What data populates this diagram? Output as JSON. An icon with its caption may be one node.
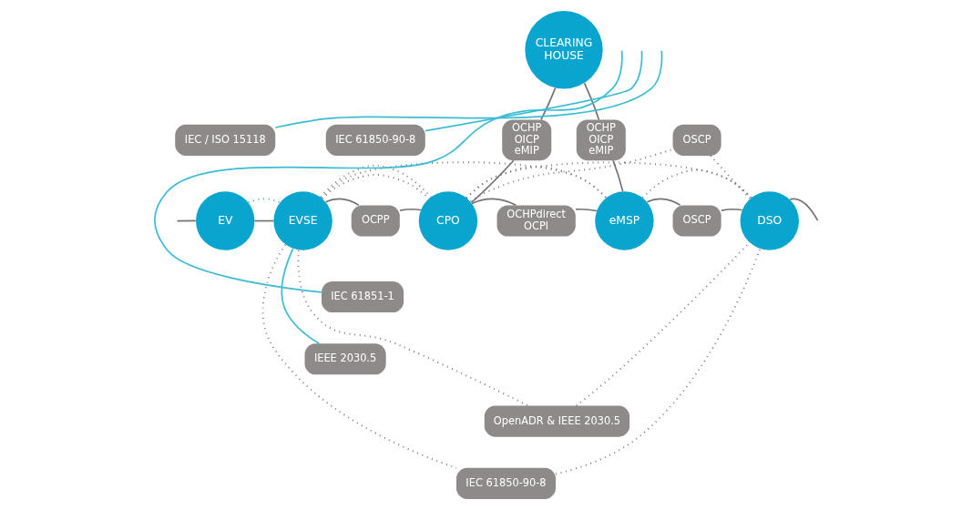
{
  "diagram": {
    "nodes": [
      {
        "text": [
          "CLEARING HOUSE"
        ]
      },
      {
        "text": [
          "OCHP OICP eMIP"
        ]
      },
      {
        "text": [
          "OCHP OICP eMIP"
        ]
      },
      {
        "text": [
          "IEC 61850-90-8"
        ]
      },
      {
        "text": [
          "IEC / ISO 15118"
        ]
      },
      {
        "text": [
          "OSCP"
        ]
      },
      {
        "text": [
          "EV"
        ]
      },
      {
        "text": [
          "EVSE"
        ]
      },
      {
        "text": [
          "OCPP"
        ]
      },
      {
        "text": [
          "CPO"
        ]
      },
      {
        "text": [
          "OCHPdirect OCPI"
        ]
      },
      {
        "text": [
          "eMSP"
        ]
      },
      {
        "text": [
          "OSCP"
        ]
      },
      {
        "text": [
          "DSO"
        ]
      },
      {
        "text": [
          "IEC 61851-1"
        ]
      },
      {
        "text": [
          "IEEE 2030.5"
        ]
      },
      {
        "text": [
          "OpenADR & IEEE 2030.5"
        ]
      },
      {
        "text": [
          "IEC 61850-90-8"
        ]
      }
    ],
    "edges": [
      {
        "from": null,
        "to": 6,
        "arrow": "none"
      },
      {
        "from": 6,
        "to": 7,
        "arrow": "none"
      },
      {
        "from": 6,
        "to": 7,
        "arrow": "none",
        "style": "dashed",
        "color": "#1ea6d4"
      },
      {
        "from": 7,
        "to": 8,
        "arrow": "none"
      },
      {
        "from": 8,
        "to": 9,
        "arrow": "none"
      },
      {
        "from": 9,
        "to": 10,
        "arrow": "none"
      },
      {
        "from": 10,
        "to": 11,
        "arrow": "none"
      },
      {
        "from": 11,
        "to": 12,
        "arrow": "none"
      },
      {
        "from": 12,
        "to": 13,
        "arrow": "none"
      },
      {
        "from": 13,
        "to": null,
        "arrow": "none"
      },
      {
        "from": 9,
        "to": 1,
        "arrow": "none"
      },
      {
        "from": 1,
        "to": 0,
        "arrow": "none"
      },
      {
        "from": 0,
        "to": 2,
        "arrow": "none"
      },
      {
        "from": 2,
        "to": 11,
        "arrow": "none"
      },
      {
        "from": 7,
        "to": 9,
        "arrow": "none",
        "style": "dashed"
      },
      {
        "from": 3,
        "to": null,
        "arrow": "none",
        "color": "#3cbcd4"
      },
      {
        "from": 4,
        "to": null,
        "arrow": "none",
        "color": "#3cbcd4"
      },
      {
        "from": 14,
        "to": null,
        "arrow": "none",
        "color": "#3cbcd4"
      },
      {
        "from": 15,
        "to": 7,
        "arrow": "none",
        "color": "#3cbcd4"
      },
      {
        "from": 9,
        "to": 5,
        "arrow": "none",
        "style": "dashed"
      },
      {
        "from": 5,
        "to": 13,
        "arrow": "none",
        "style": "dashed"
      },
      {
        "from": 7,
        "to": 9,
        "arrow": "none",
        "style": "dashed"
      },
      {
        "from": 7,
        "to": 11,
        "arrow": "none",
        "style": "dashed"
      },
      {
        "from": 7,
        "to": 16,
        "arrow": "none",
        "style": "dashed"
      },
      {
        "from": 16,
        "to": 13,
        "arrow": "none",
        "style": "dashed"
      },
      {
        "from": 9,
        "to": 11,
        "arrow": "none",
        "style": "dashed"
      },
      {
        "from": 9,
        "to": 13,
        "arrow": "none",
        "style": "dashed"
      },
      {
        "from": 11,
        "to": 13,
        "arrow": "none",
        "style": "dashed"
      },
      {
        "from": 7,
        "to": 17,
        "arrow": "none",
        "style": "dashed"
      },
      {
        "from": 17,
        "to": 13,
        "arrow": "none",
        "style": "dashed"
      }
    ]
  }
}
